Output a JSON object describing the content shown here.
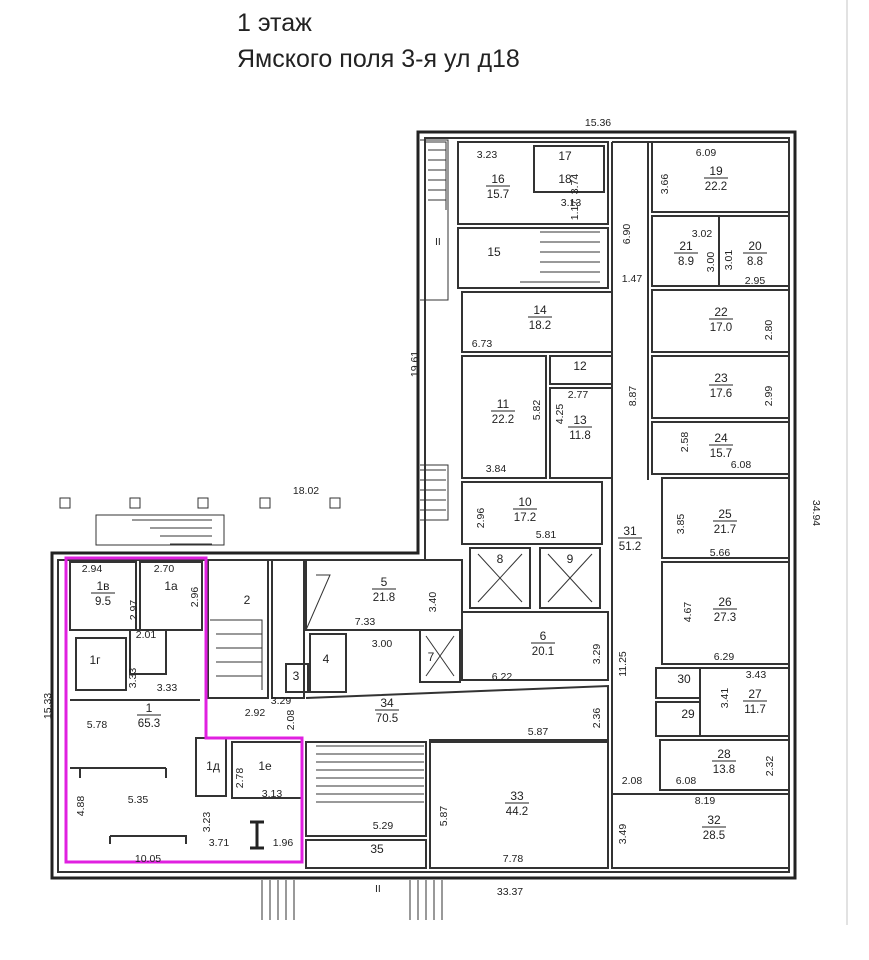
{
  "header": {
    "floor": "1 этаж",
    "address": "Ямского поля 3-я ул д18"
  },
  "colors": {
    "highlight": "#e020e0",
    "lines": "#333333"
  },
  "rooms": [
    {
      "id": "16",
      "label": "16",
      "area": "15.7"
    },
    {
      "id": "17",
      "label": "17",
      "area": ""
    },
    {
      "id": "18",
      "label": "18",
      "area": ""
    },
    {
      "id": "19",
      "label": "19",
      "area": "22.2"
    },
    {
      "id": "15",
      "label": "15",
      "area": ""
    },
    {
      "id": "21",
      "label": "21",
      "area": "8.9"
    },
    {
      "id": "20",
      "label": "20",
      "area": "8.8"
    },
    {
      "id": "14",
      "label": "14",
      "area": "18.2"
    },
    {
      "id": "22",
      "label": "22",
      "area": "17.0"
    },
    {
      "id": "12",
      "label": "12",
      "area": ""
    },
    {
      "id": "11",
      "label": "11",
      "area": "22.2"
    },
    {
      "id": "13",
      "label": "13",
      "area": "11.8"
    },
    {
      "id": "23",
      "label": "23",
      "area": "17.6"
    },
    {
      "id": "24",
      "label": "24",
      "area": "15.7"
    },
    {
      "id": "10",
      "label": "10",
      "area": "17.2"
    },
    {
      "id": "25",
      "label": "25",
      "area": "21.7"
    },
    {
      "id": "31",
      "label": "31",
      "area": "51.2"
    },
    {
      "id": "8",
      "label": "8",
      "area": ""
    },
    {
      "id": "9",
      "label": "9",
      "area": ""
    },
    {
      "id": "5",
      "label": "5",
      "area": "21.8"
    },
    {
      "id": "26",
      "label": "26",
      "area": "27.3"
    },
    {
      "id": "6",
      "label": "6",
      "area": "20.1"
    },
    {
      "id": "7",
      "label": "7",
      "area": ""
    },
    {
      "id": "1v",
      "label": "1в",
      "area": "9.5"
    },
    {
      "id": "1a",
      "label": "1а",
      "area": ""
    },
    {
      "id": "2",
      "label": "2",
      "area": ""
    },
    {
      "id": "4",
      "label": "4",
      "area": ""
    },
    {
      "id": "3",
      "label": "3",
      "area": ""
    },
    {
      "id": "1g",
      "label": "1г",
      "area": ""
    },
    {
      "id": "1",
      "label": "1",
      "area": "65.3"
    },
    {
      "id": "34",
      "label": "34",
      "area": "70.5"
    },
    {
      "id": "30",
      "label": "30",
      "area": ""
    },
    {
      "id": "27",
      "label": "27",
      "area": "11.7"
    },
    {
      "id": "29",
      "label": "29",
      "area": ""
    },
    {
      "id": "1d",
      "label": "1д",
      "area": ""
    },
    {
      "id": "1e",
      "label": "1е",
      "area": ""
    },
    {
      "id": "33",
      "label": "33",
      "area": "44.2"
    },
    {
      "id": "28",
      "label": "28",
      "area": "13.8"
    },
    {
      "id": "32",
      "label": "32",
      "area": "28.5"
    },
    {
      "id": "35",
      "label": "35",
      "area": ""
    }
  ],
  "dimensions": [
    "15.36",
    "3.23",
    "3.74",
    "1.17",
    "3.13",
    "6.09",
    "3.66",
    "6.90",
    "3.02",
    "3.01",
    "3.00",
    "2.95",
    "1.47",
    "6.73",
    "2.80",
    "19.61",
    "2.77",
    "5.82",
    "4.25",
    "8.87",
    "2.99",
    "3.84",
    "2.58",
    "6.08",
    "18.02",
    "2.96",
    "5.81",
    "3.85",
    "5.66",
    "34.94",
    "2.94",
    "2.70",
    "2.97",
    "2.96",
    "3.40",
    "7.33",
    "2.01",
    "3.00",
    "3.29",
    "11.25",
    "4.67",
    "6.29",
    "3.43",
    "3.33",
    "3.33",
    "6.22",
    "3.41",
    "15.33",
    "5.78",
    "2.92",
    "2.08",
    "3.29",
    "2.36",
    "5.87",
    "2.78",
    "3.13",
    "2.08",
    "6.08",
    "2.32",
    "8.19",
    "5.35",
    "4.88",
    "3.23",
    "3.71",
    "1.96",
    "5.29",
    "5.87",
    "7.78",
    "3.49",
    "10.05",
    "33.37"
  ],
  "symbols": {
    "stair_mark": "II",
    "beam_mark": "I"
  }
}
